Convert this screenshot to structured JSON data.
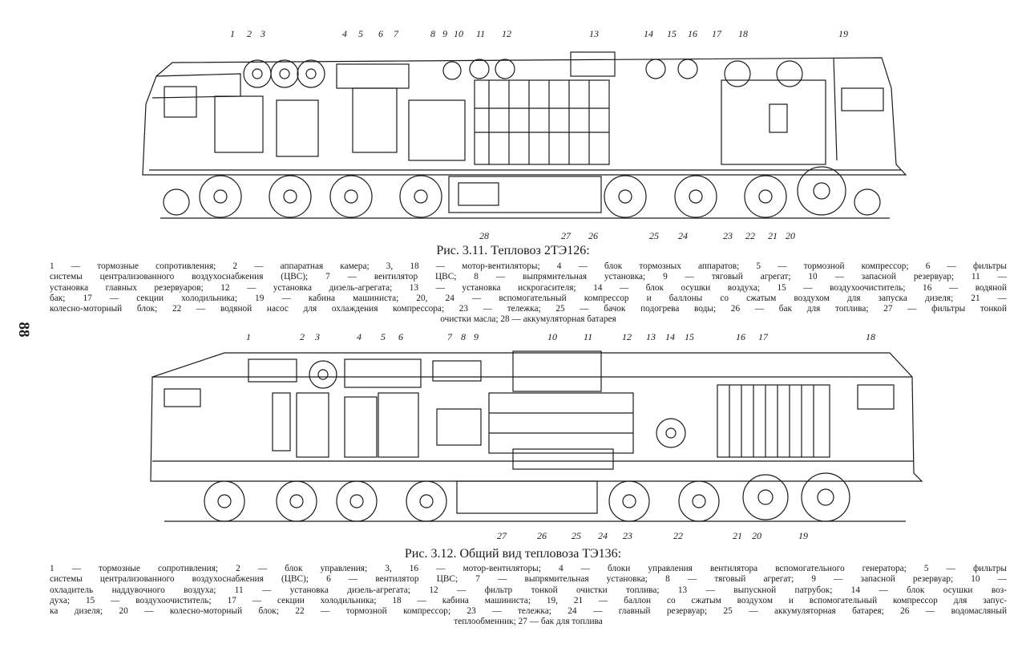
{
  "page_number": "88",
  "figure1": {
    "caption": "Рис. 3.11. Тепловоз 2ТЭ126:",
    "callouts_top": [
      "1",
      "2",
      "3",
      "4",
      "5",
      "6",
      "7",
      "8",
      "9",
      "10",
      "11",
      "12",
      "13",
      "14",
      "15",
      "16",
      "17",
      "18",
      "19"
    ],
    "callouts_bottom": [
      "28",
      "27",
      "26",
      "25",
      "24",
      "23",
      "22",
      "21",
      "20"
    ],
    "legend_lines": [
      "1 — тормозные сопротивления; 2 — аппаратная камера; 3, 18 — мотор-вентиляторы; 4 — блок тормозных аппаратов; 5 — тормозной компрессор; 6 — фильтры",
      "системы централизованного воздухоснабжения (ЦВС); 7 — вентилятор ЦВС; 8 — выпрямительная установка; 9 — тяговый агрегат; 10 — запасной резервуар; 11 —",
      "установка главных резервуаров; 12 — установка дизель-агрегата; 13 — установка искрогасителя; 14 — блок осушки воздуха; 15 — воздухоочиститель; 16 — водяной",
      "бак; 17 — секции холодильника; 19 — кабина машиниста; 20, 24 — вспомогательный компрессор и баллоны со сжатым воздухом для запуска дизеля; 21 —",
      "колесно-моторный блок; 22 — водяной насос для охлаждения компрессора; 23 — тележка; 25 — бачок подогрева воды; 26 — бак для топлива; 27 — фильтры тонкой",
      "очистки масла; 28 — аккумуляторная батарея"
    ]
  },
  "figure2": {
    "caption": "Рис. 3.12. Общий вид тепловоза ТЭ136:",
    "callouts_top": [
      "1",
      "2",
      "3",
      "4",
      "5",
      "6",
      "7",
      "8",
      "9",
      "10",
      "11",
      "12",
      "13",
      "14",
      "15",
      "16",
      "17",
      "18"
    ],
    "callouts_bottom": [
      "27",
      "26",
      "25",
      "24",
      "23",
      "22",
      "21",
      "20",
      "19"
    ],
    "legend_lines": [
      "1 — тормозные сопротивления; 2 — блок управления; 3, 16 — мотор-вентиляторы; 4 — блоки управления вентилятора вспомогательного генератора; 5 — фильтры",
      "системы централизованного воздухоснабжения (ЦВС); 6 — вентилятор ЦВС; 7 — выпрямительная установка; 8 — тяговый агрегат; 9 — запасной резервуар; 10 —",
      "охладитель наддувочного воздуха; 11 — установка дизель-агрегата; 12 — фильтр тонкой очистки топлива; 13 — выпускной патрубок; 14 — блок осушки воз-",
      "духа; 15 — воздухоочиститель; 17 — секции холодильника; 18 — кабина машиниста; 19, 21 — баллон со сжатым воздухом и вспомогательный компрессор для запус-",
      "ка дизеля; 20 — колесно-моторный блок; 22 — тормозной компрессор; 23 — тележка; 24 — главный резервуар; 25 — аккумуляторная батарея; 26 — водомасляный",
      "теплообменник; 27 — бак для топлива"
    ]
  }
}
